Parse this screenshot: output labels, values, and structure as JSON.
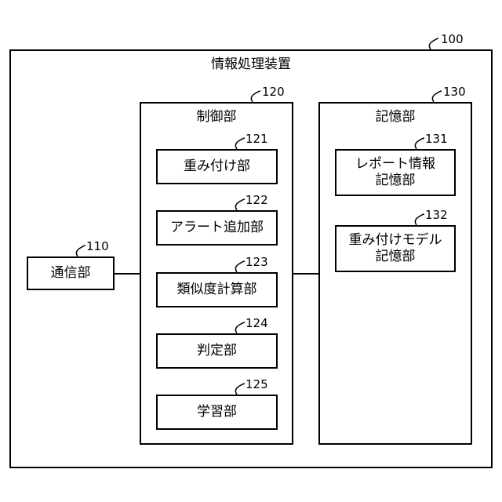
{
  "device": {
    "title": "情報処理装置",
    "ref": "100"
  },
  "comm": {
    "label": "通信部",
    "ref": "110"
  },
  "control": {
    "label": "制御部",
    "ref": "120",
    "units": [
      {
        "label": "重み付け部",
        "ref": "121"
      },
      {
        "label": "アラート追加部",
        "ref": "122"
      },
      {
        "label": "類似度計算部",
        "ref": "123"
      },
      {
        "label": "判定部",
        "ref": "124"
      },
      {
        "label": "学習部",
        "ref": "125"
      }
    ]
  },
  "storage": {
    "label": "記憶部",
    "ref": "130",
    "units": [
      {
        "line1": "レポート情報",
        "line2": "記憶部",
        "ref": "131"
      },
      {
        "line1": "重み付けモデル",
        "line2": "記憶部",
        "ref": "132"
      }
    ]
  }
}
